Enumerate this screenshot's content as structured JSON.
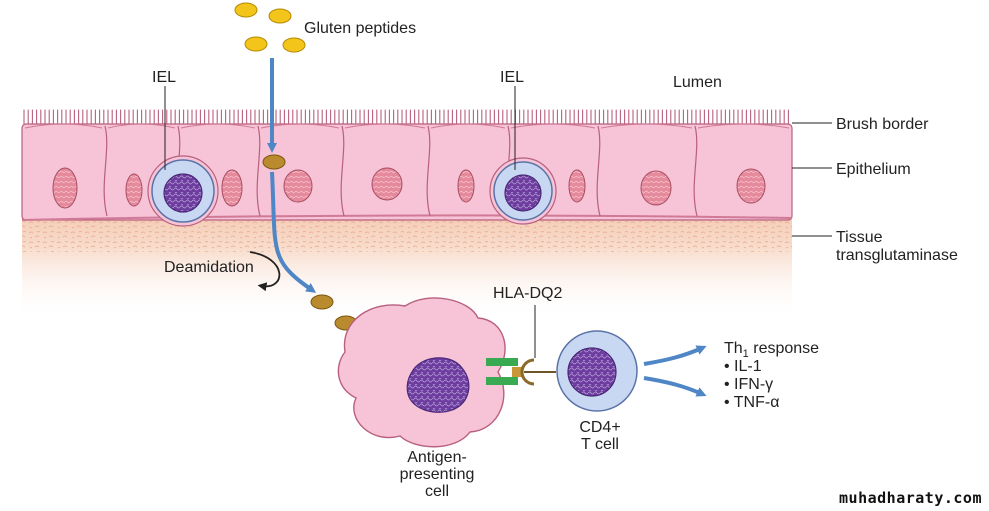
{
  "labels": {
    "gluten_peptides": "Gluten peptides",
    "iel_left": "IEL",
    "iel_right": "IEL",
    "lumen": "Lumen",
    "brush_border": "Brush border",
    "epithelium": "Epithelium",
    "tissue_line1": "Tissue",
    "tissue_line2": "transglutaminase",
    "deamidation": "Deamidation",
    "hla": "HLA-DQ2",
    "apc_line1": "Antigen-",
    "apc_line2": "presenting",
    "apc_line3": "cell",
    "tcell_line1": "CD4+",
    "tcell_line2": "T cell",
    "th_prefix": "Th",
    "th_sub": "1",
    "th_suffix": " response",
    "il1": "• IL-1",
    "ifn": "• IFN-γ",
    "tnf": "• TNF-α"
  },
  "watermark": "muhadharaty.com",
  "colors": {
    "arrow_blue": "#4f86c6",
    "cell_pink": "#f6c3d7",
    "cell_outline": "#b8607e",
    "nucleus_pink": "#e58a9c",
    "iel_blue": "#c9d8f2",
    "purple_nucleus": "#6c3d9e",
    "tissue_peach": "#f6d3bf",
    "gluten_yellow": "#f3c51b",
    "peptide_brown": "#b98a2e",
    "hla_green": "#3aaa52"
  }
}
